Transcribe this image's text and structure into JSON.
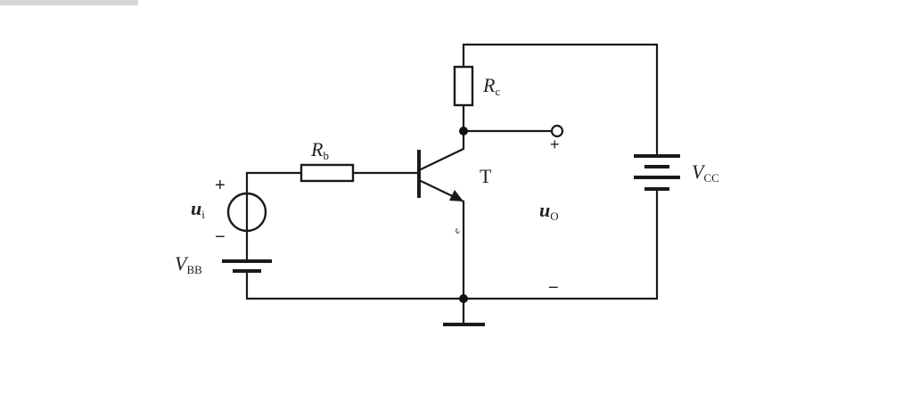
{
  "header_text": "",
  "labels": {
    "rc": {
      "main": "R",
      "sub": "c"
    },
    "rb": {
      "main": "R",
      "sub": "b"
    },
    "transistor": "T",
    "vcc": {
      "main": "V",
      "sub": "CC"
    },
    "vbb": {
      "main": "V",
      "sub": "BB"
    },
    "ui": {
      "main": "u",
      "sub": "i"
    },
    "uo": {
      "main": "u",
      "sub": "O"
    },
    "emitter_small": "e",
    "plus": "+",
    "minus": "−"
  },
  "colors": {
    "line": "#1a1a1a",
    "background": "#ffffff"
  }
}
